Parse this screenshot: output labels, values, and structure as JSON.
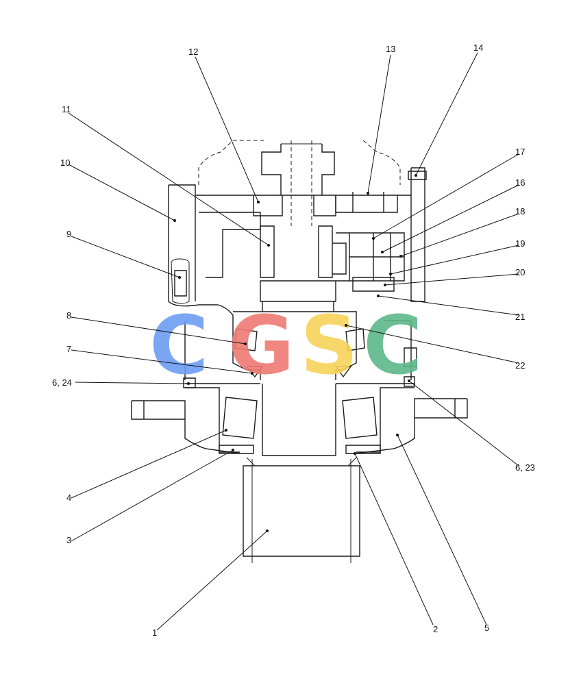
{
  "diagram": {
    "labels": [
      {
        "id": "12",
        "text": "12"
      },
      {
        "id": "13",
        "text": "13"
      },
      {
        "id": "14",
        "text": "14"
      },
      {
        "id": "11",
        "text": "11"
      },
      {
        "id": "10",
        "text": "10"
      },
      {
        "id": "17",
        "text": "17"
      },
      {
        "id": "16",
        "text": "16"
      },
      {
        "id": "18",
        "text": "18"
      },
      {
        "id": "9",
        "text": "9"
      },
      {
        "id": "19",
        "text": "19"
      },
      {
        "id": "20",
        "text": "20"
      },
      {
        "id": "21",
        "text": "21"
      },
      {
        "id": "8",
        "text": "8"
      },
      {
        "id": "22",
        "text": "22"
      },
      {
        "id": "7",
        "text": "7"
      },
      {
        "id": "6-24",
        "text": "6, 24"
      },
      {
        "id": "6-23",
        "text": "6, 23"
      },
      {
        "id": "4",
        "text": "4"
      },
      {
        "id": "3",
        "text": "3"
      },
      {
        "id": "1",
        "text": "1"
      },
      {
        "id": "2",
        "text": "2"
      },
      {
        "id": "5",
        "text": "5"
      }
    ]
  },
  "watermark": {
    "letters": [
      {
        "text": "C",
        "color": "#6d9df3"
      },
      {
        "text": "G",
        "color": "#ee7b73"
      },
      {
        "text": "S",
        "color": "#f7d35a"
      },
      {
        "text": "C",
        "color": "#5db88a"
      }
    ]
  }
}
